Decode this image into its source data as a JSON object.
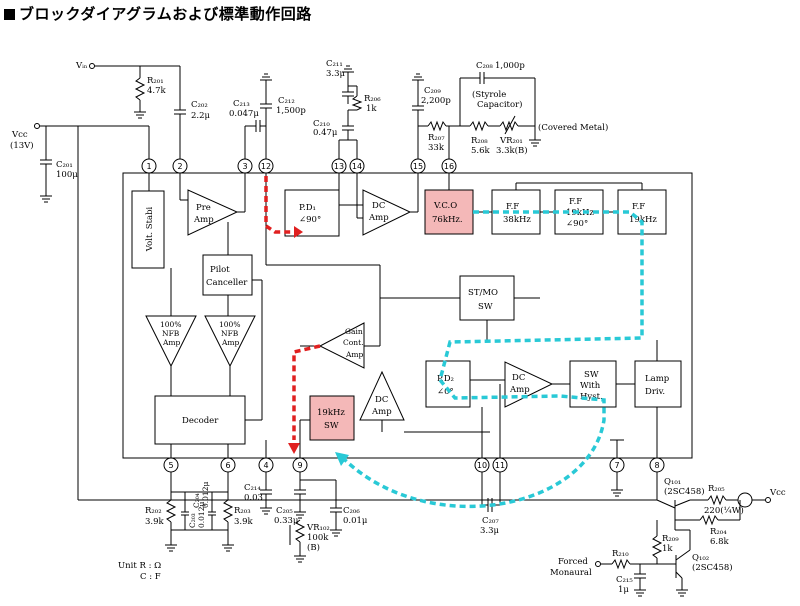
{
  "title": "ブロックダイアグラムおよび標準動作回路",
  "blocks": {
    "volt_stabi": "Volt. Stabi",
    "pre_amp": [
      "Pre",
      "Amp"
    ],
    "pilot_canceller": [
      "Pilot",
      "Canceller"
    ],
    "pd1": [
      "P.D₁",
      "∠90°"
    ],
    "dc_amp1": [
      "DC",
      "Amp"
    ],
    "vco": [
      "V.C.O",
      "76kHz."
    ],
    "ff1": [
      "F.F",
      "38kHz"
    ],
    "ff2": [
      "F.F",
      "19kHz",
      "∠90°"
    ],
    "ff3": [
      "F.F",
      "19kHz"
    ],
    "st_mo_sw": [
      "ST/MO",
      "SW"
    ],
    "nfb1": [
      "100%",
      "NFB",
      "Amp"
    ],
    "nfb2": [
      "100%",
      "NFB",
      "Amp"
    ],
    "gain_cont_amp": [
      "Gain",
      "Cont.",
      "Amp"
    ],
    "dc_amp2": [
      "DC",
      "Amp"
    ],
    "sw19": [
      "19kHz",
      "SW"
    ],
    "pd2": [
      "P.D₂",
      "∠0°"
    ],
    "dc_amp3": [
      "DC",
      "Amp"
    ],
    "sw_hyst": [
      "SW",
      "With",
      "Hyst."
    ],
    "lamp_driv": [
      "Lamp",
      "Driv."
    ],
    "decoder": "Decoder"
  },
  "pins": [
    "1",
    "2",
    "3",
    "12",
    "13",
    "14",
    "15",
    "16",
    "5",
    "6",
    "4",
    "9",
    "10",
    "11",
    "7",
    "8"
  ],
  "components": {
    "vin": "Vᵢₙ",
    "vcc_left": [
      "Vcc",
      "(13V)"
    ],
    "r201": [
      "R₂₀₁",
      "4.7k"
    ],
    "c202": [
      "C₂₀₂",
      "2.2μ"
    ],
    "c201": [
      "C₂₀₁",
      "100μ"
    ],
    "c213": [
      "C₂₁₃",
      "0.047μ"
    ],
    "c212": [
      "C₂₁₂",
      "1,500p"
    ],
    "c211": [
      "C₂₁₁",
      "3.3μ"
    ],
    "r206": [
      "R₂₀₆",
      "1k"
    ],
    "c210": [
      "C₂₁₀",
      "0.47μ"
    ],
    "c209": [
      "C₂₀₉",
      "2,200p"
    ],
    "r207": [
      "R₂₀₇",
      "33k"
    ],
    "c208": [
      "C₂₀₈",
      "1,000p"
    ],
    "styrole": [
      "(Styrole",
      "Capacitor)"
    ],
    "r208": [
      "R₂₀₈",
      "5.6k"
    ],
    "vr201": [
      "VR₂₀₁",
      "3.3k(B)"
    ],
    "covered_metal": "(Covered Metal)",
    "r202": [
      "R₂₀₂",
      "3.9k"
    ],
    "c203": [
      "C₂₀₃",
      "0.012μ"
    ],
    "c204": [
      "C₂₀₄",
      "0.012μ"
    ],
    "r203": [
      "R₂₀₃",
      "3.9k"
    ],
    "c214": [
      "C₂₁₄",
      "0.03"
    ],
    "c205": [
      "C₂₀₅",
      "0.33μ"
    ],
    "vr102": [
      "VR₁₀₂",
      "100k",
      "(B)"
    ],
    "c206": [
      "C₂₀₆",
      "0.01μ"
    ],
    "c207": [
      "C₂₀₇",
      "3.3μ"
    ],
    "q101": [
      "Q₁₀₁",
      "(2SC458)"
    ],
    "r205": [
      "R₂₀₅",
      "220(¼W)"
    ],
    "vcc_right": "Vcc",
    "r209": [
      "R₂₀₉",
      "1k"
    ],
    "r204": [
      "R₂₀₄",
      "6.8k"
    ],
    "q102": [
      "Q₁₀₂",
      "(2SC458)"
    ],
    "r210": "R₂₁₀",
    "c215": [
      "C₂₁₅",
      "1μ"
    ],
    "forced_monaural": [
      "Forced",
      "Monaural"
    ]
  },
  "units": [
    "Unit  R : Ω",
    "C : F"
  ],
  "colors": {
    "red_path": "#e02020",
    "cyan_path": "#29c9d6",
    "highlight_block": "#f4b8b8"
  }
}
